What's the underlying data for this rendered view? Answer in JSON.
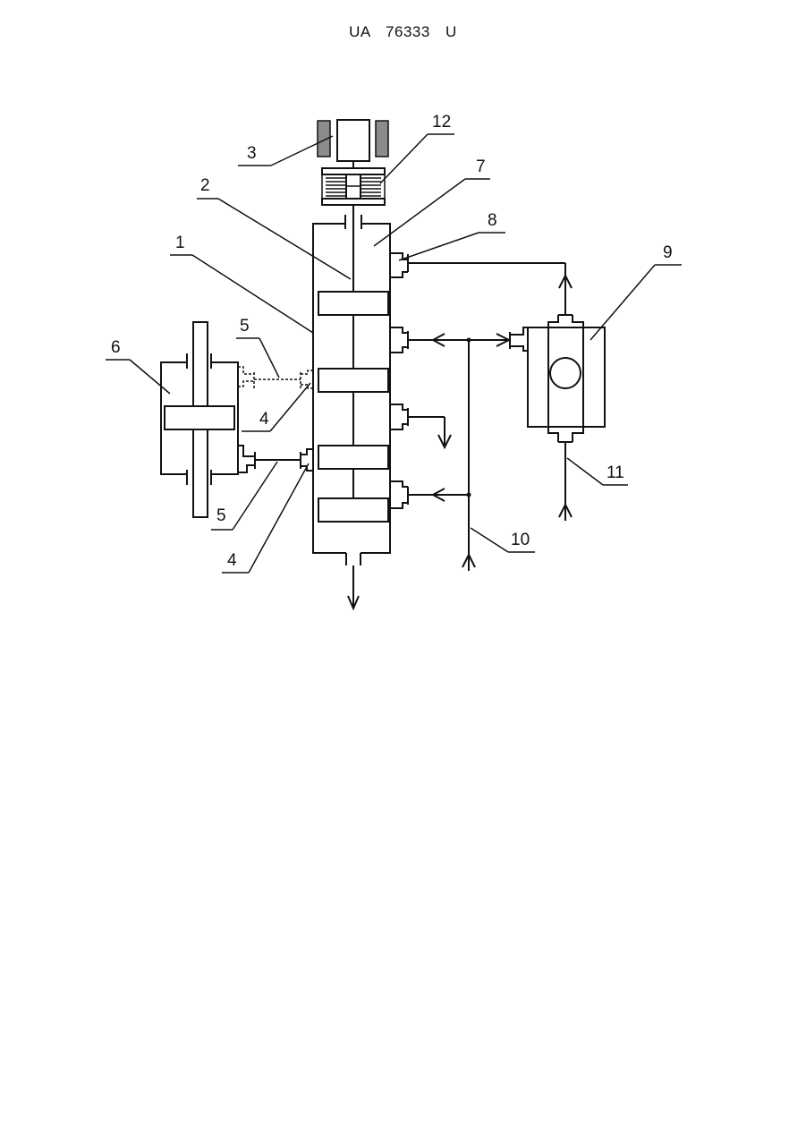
{
  "header": {
    "document_number": "UA   76333   U"
  },
  "labels": {
    "l1": "1",
    "l2": "2",
    "l3": "3",
    "l4a": "4",
    "l4b": "4",
    "l5a": "5",
    "l5b": "5",
    "l6": "6",
    "l7": "7",
    "l8": "8",
    "l9": "9",
    "l10": "10",
    "l11": "11",
    "l12": "12"
  },
  "colors": {
    "line": "#111111",
    "magnet_fill": "#8c8c8c",
    "background": "#ffffff"
  }
}
